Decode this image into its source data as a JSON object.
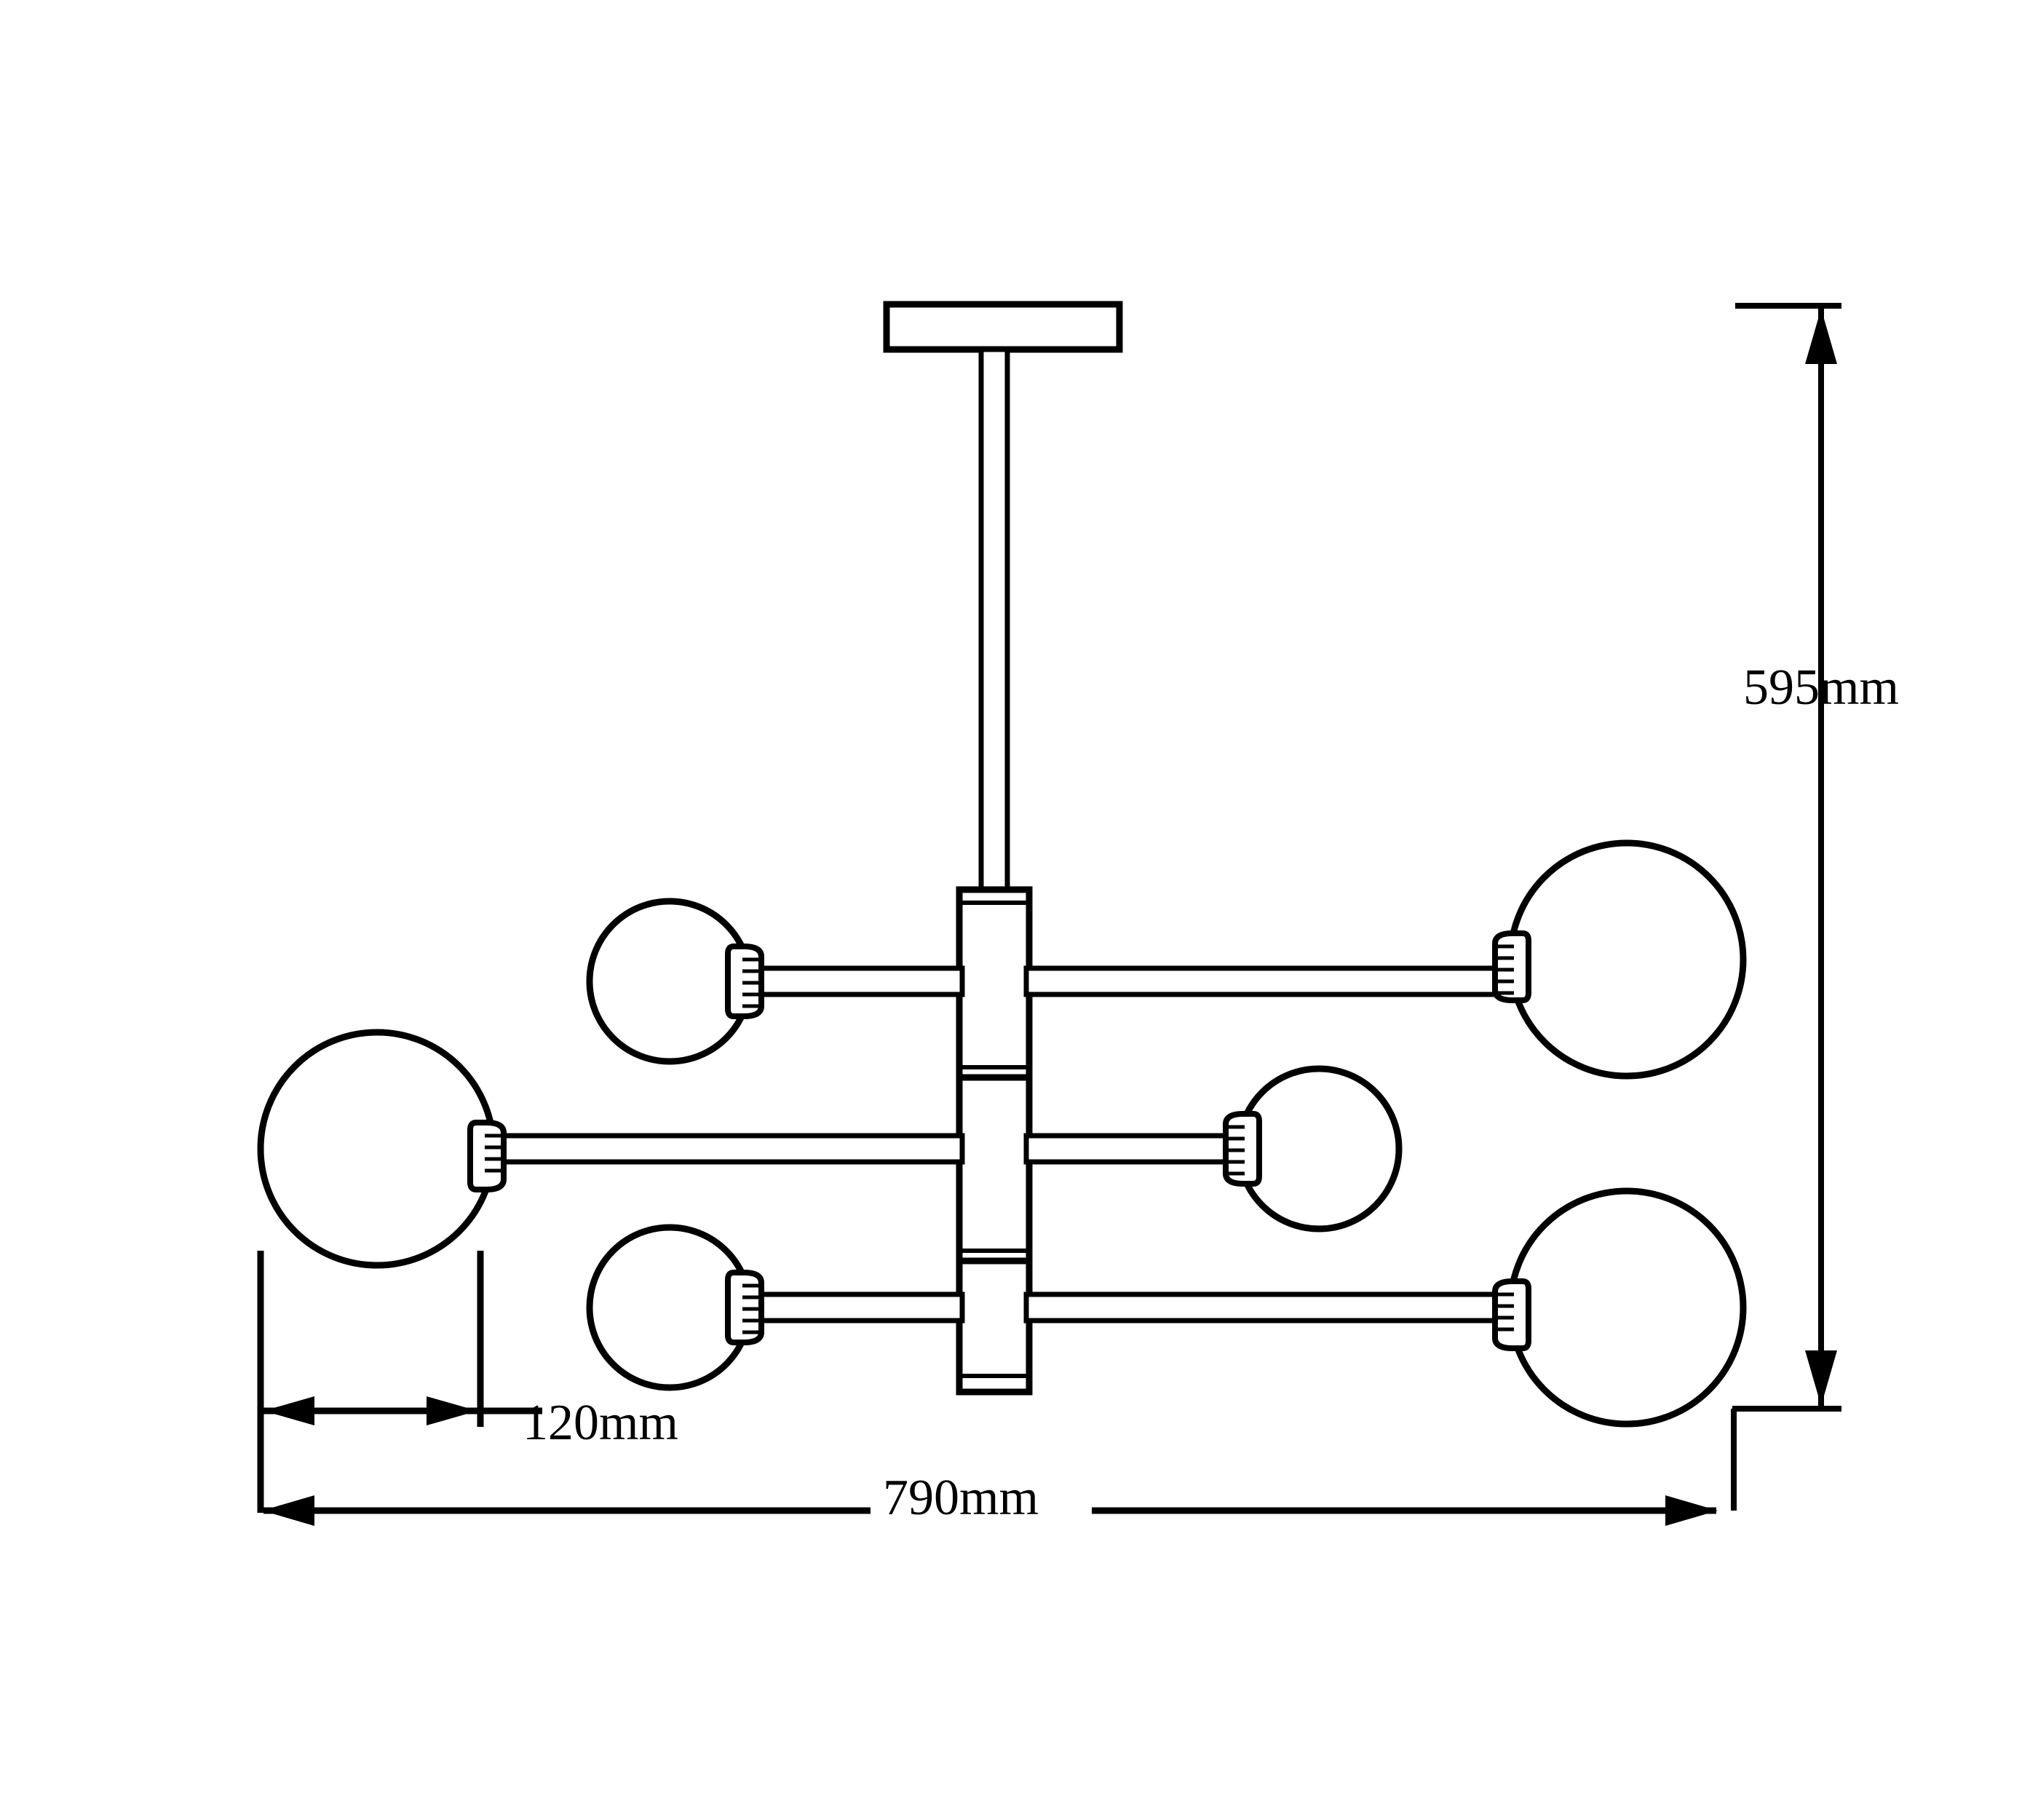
{
  "drawing": {
    "title": "Pendant chandelier technical dimension drawing",
    "product_type": "6-light globe pendant chandelier",
    "line_color": "#000000",
    "background_color": "#ffffff",
    "units": "mm"
  },
  "dimensions": {
    "height": {
      "label": "595mm",
      "value": 595,
      "unit": "mm",
      "orientation": "vertical",
      "position": "right"
    },
    "drop_offset": {
      "label": "120mm",
      "value": 120,
      "unit": "mm",
      "orientation": "horizontal",
      "position": "lower-left"
    },
    "width": {
      "label": "790mm",
      "value": 790,
      "unit": "mm",
      "orientation": "horizontal",
      "position": "bottom"
    }
  },
  "components": {
    "ceiling_plate": "ceiling-canopy-plate",
    "downrod": "downrod",
    "body": "central-column-body",
    "arms": [
      "upper-arm",
      "middle-arm",
      "lower-arm"
    ],
    "globes": [
      {
        "name": "globe-upper-left",
        "size": "small"
      },
      {
        "name": "globe-upper-right",
        "size": "large"
      },
      {
        "name": "globe-middle-left",
        "size": "large"
      },
      {
        "name": "globe-middle-right",
        "size": "small"
      },
      {
        "name": "globe-lower-left",
        "size": "small"
      },
      {
        "name": "globe-lower-right",
        "size": "large"
      }
    ],
    "sockets": "threaded-lamp-socket"
  }
}
